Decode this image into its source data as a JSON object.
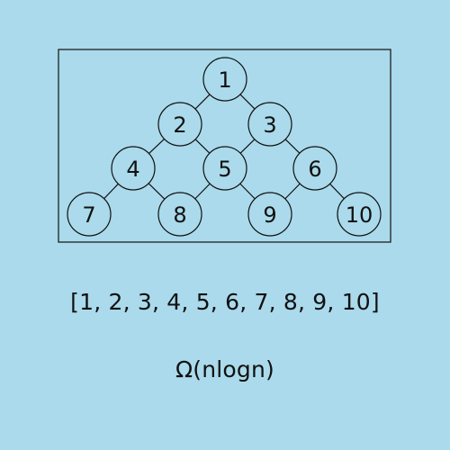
{
  "tree": {
    "nodes": [
      {
        "id": 1,
        "label": "1"
      },
      {
        "id": 2,
        "label": "2"
      },
      {
        "id": 3,
        "label": "3"
      },
      {
        "id": 4,
        "label": "4"
      },
      {
        "id": 5,
        "label": "5"
      },
      {
        "id": 6,
        "label": "6"
      },
      {
        "id": 7,
        "label": "7"
      },
      {
        "id": 8,
        "label": "8"
      },
      {
        "id": 9,
        "label": "9"
      },
      {
        "id": 10,
        "label": "10"
      }
    ],
    "edges": [
      [
        1,
        2
      ],
      [
        1,
        3
      ],
      [
        2,
        4
      ],
      [
        2,
        5
      ],
      [
        3,
        5
      ],
      [
        3,
        6
      ],
      [
        4,
        7
      ],
      [
        4,
        8
      ],
      [
        5,
        8
      ],
      [
        5,
        9
      ],
      [
        6,
        9
      ],
      [
        6,
        10
      ]
    ]
  },
  "array_text": "[1, 2, 3, 4, 5, 6, 7, 8, 9, 10]",
  "complexity_text": "Ω(nlogn)"
}
